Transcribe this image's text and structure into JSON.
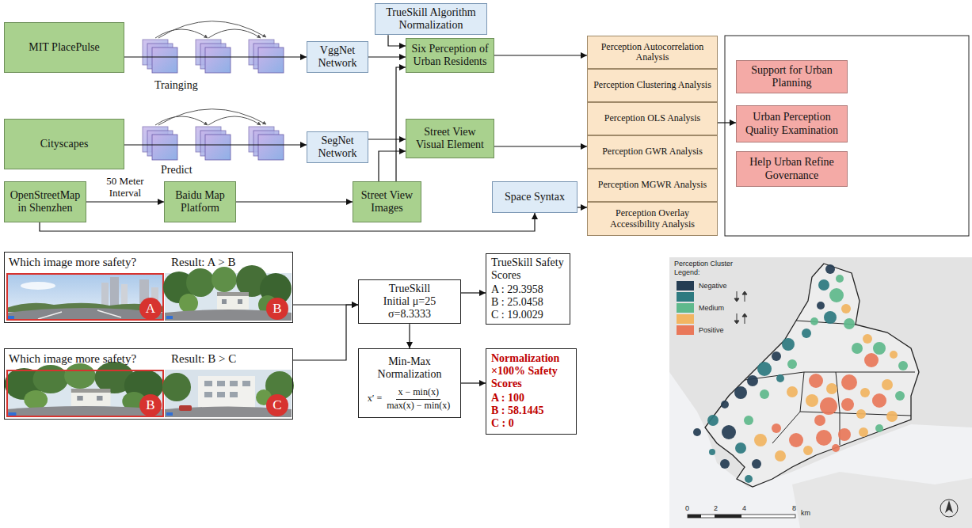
{
  "diagram": {
    "nodes": [
      {
        "text": [
          "MIT PlacePulse"
        ]
      },
      {
        "text": [
          "TrueSkill Algorithm Normalization"
        ]
      },
      {
        "text": [
          "VggNet Network"
        ]
      },
      {
        "text": [
          "Six Perception of Urban Residents"
        ]
      },
      {
        "text": [
          "Cityscapes"
        ]
      },
      {
        "text": [
          "SegNet Network"
        ]
      },
      {
        "text": [
          "Street View Visual Element"
        ]
      },
      {
        "text": [
          "OpenStreetMap in Shenzhen"
        ]
      },
      {
        "text": [
          "Baidu Map Platform"
        ]
      },
      {
        "text": [
          "Street View Images"
        ]
      },
      {
        "text": [
          "Space Syntax"
        ]
      },
      {
        "text": [
          "Perception Autocorrelation Analysis"
        ]
      },
      {
        "text": [
          "Perception Clustering Analysis"
        ]
      },
      {
        "text": [
          "Perception OLS Analysis"
        ]
      },
      {
        "text": [
          "Perception GWR Analysis"
        ]
      },
      {
        "text": [
          "Perception MGWR Analysis"
        ]
      },
      {
        "text": [
          "Perception Overlay Accessibility Analysis"
        ]
      },
      {
        "text": [
          "Support for Urban Planning"
        ]
      },
      {
        "text": [
          "Urban Perception Quality Examination"
        ]
      },
      {
        "text": [
          "Help Urban Refine Governance"
        ]
      },
      {
        "text": [
          "Which image more safety?",
          "Result: A > B"
        ]
      },
      {
        "text": [
          "A"
        ],
        "in": 20
      },
      {
        "text": [
          "B"
        ],
        "in": 20
      },
      {
        "text": [
          "TrueSkill",
          "Initial μ=25 σ=8.3333"
        ]
      },
      {
        "text": [
          "TrueSkill Safety Scores",
          "A : 29.3958",
          "B : 25.0458",
          "C : 19.0029"
        ]
      },
      {
        "text": [
          "Which image more safety?",
          "Result: B > C"
        ]
      },
      {
        "text": [
          "B"
        ],
        "in": 25
      },
      {
        "text": [
          "C"
        ],
        "in": 25
      },
      {
        "text": [
          "Min-Max Normalization",
          "x′ =",
          "x − min(x)",
          "max(x) − min(x)"
        ]
      },
      {
        "text": [
          "Normalization ×100% Safety Scores",
          "A : 100",
          "B : 58.1445",
          "C : 0"
        ]
      }
    ],
    "edges": [
      {
        "from": 0,
        "to": 2,
        "arrow": "to"
      },
      {
        "from": 1,
        "to": 3,
        "arrow": "to"
      },
      {
        "from": 2,
        "to": 3,
        "arrow": "to"
      },
      {
        "from": 4,
        "to": 5,
        "arrow": "to"
      },
      {
        "from": 5,
        "to": 6,
        "arrow": "to"
      },
      {
        "from": 9,
        "to": 6,
        "arrow": "to"
      },
      {
        "from": 9,
        "to": 3,
        "arrow": "to"
      },
      {
        "from": 7,
        "to": 8,
        "label": "50 Meter Interval",
        "arrow": "to"
      },
      {
        "from": 8,
        "to": 9,
        "arrow": "to"
      },
      {
        "from": 7,
        "to": 10,
        "arrow": "to"
      },
      {
        "from": 3,
        "to": 11,
        "arrow": "to"
      },
      {
        "from": 6,
        "to": 14,
        "arrow": "to"
      },
      {
        "from": 10,
        "to": 16,
        "arrow": "to"
      },
      {
        "from": 13,
        "to": 18,
        "arrow": "to"
      },
      {
        "from": 20,
        "to": 23,
        "arrow": "to"
      },
      {
        "from": 25,
        "to": 23,
        "arrow": "to"
      },
      {
        "from": 23,
        "to": 24,
        "arrow": "to"
      },
      {
        "from": 23,
        "to": 28,
        "arrow": "to"
      },
      {
        "from": 28,
        "to": 29,
        "arrow": "to"
      }
    ],
    "labels": [
      "Trainging",
      "Predict",
      "Perception Cluster Legend:",
      "0",
      "2",
      "4",
      "8",
      "km"
    ],
    "legend": [
      {
        "text": "Negative",
        "color": "#253d53"
      },
      {
        "text": "Medium",
        "color": "#5fb98c"
      },
      {
        "text": "Positive",
        "color": "#e9785a"
      }
    ]
  }
}
